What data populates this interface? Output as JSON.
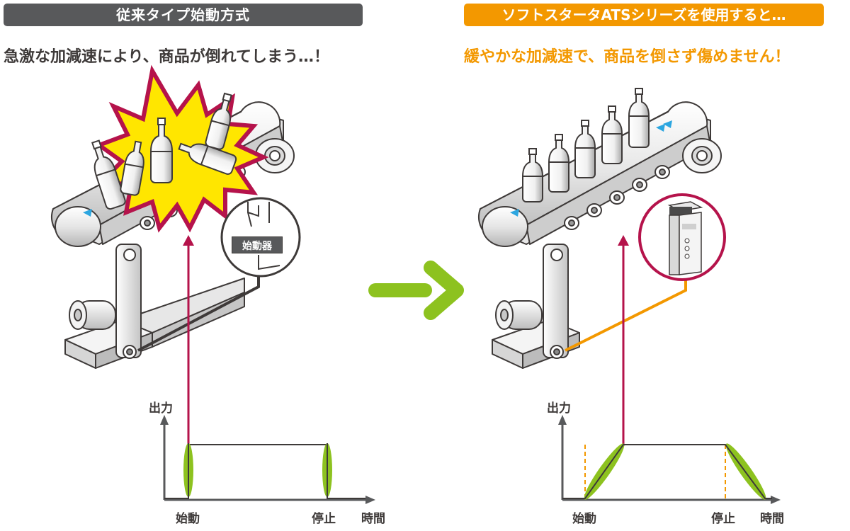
{
  "left": {
    "banner": "従来タイプ始動方式",
    "subtitle": "急激な加減速により、商品が倒れてしまう…！",
    "starter_label": "始動器",
    "y_axis_label": "出力",
    "start_label": "始動",
    "stop_label": "停止",
    "time_label": "時間"
  },
  "right": {
    "banner": "ソフトスタータATSシリーズを使用すると…",
    "subtitle": "緩やかな加減速で、商品を倒さず傷めません！",
    "y_axis_label": "出力",
    "start_label": "始動",
    "stop_label": "停止",
    "time_label": "時間"
  },
  "colors": {
    "dark_banner": "#58595b",
    "orange": "#f39800",
    "crimson": "#b5134b",
    "green": "#8dc21f",
    "explosion_yellow": "#ffe600",
    "belt_arrow": "#2ca6e0"
  },
  "icons": {
    "transition_arrow": "green-right-arrow-icon",
    "belt_direction": "triangle-arrow-icon"
  }
}
